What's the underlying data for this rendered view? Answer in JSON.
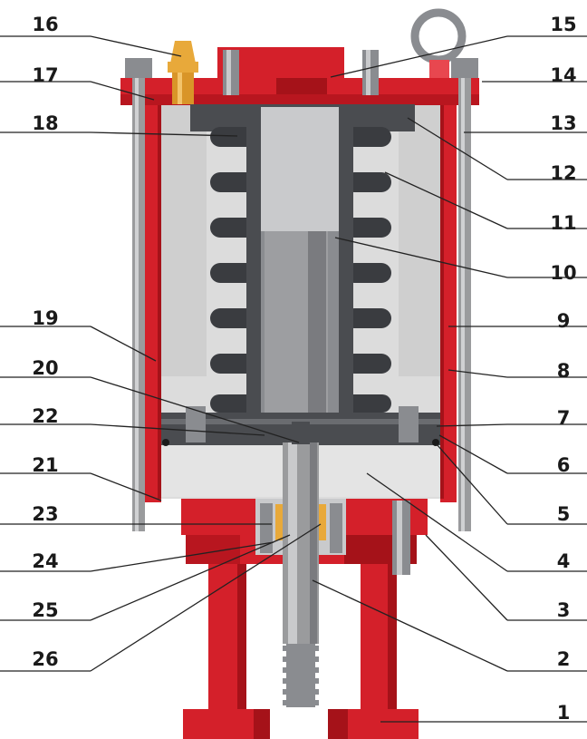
{
  "colors": {
    "body_red": "#d4202a",
    "body_red_dark": "#a51219",
    "body_red_light": "#e8474f",
    "chamber_gray": "#dcdcdc",
    "chamber_gray_dark": "#b8b8b8",
    "spring": "#3a3c40",
    "part_dark": "#4a4c50",
    "part_mid": "#8a8c90",
    "part_light": "#c9cacc",
    "rod": "#9a9b9d",
    "fitting_gold": "#e8a93a",
    "leader_line": "#222222"
  },
  "components": {
    "vent_fitting": "brass-fitting-icon",
    "lifting_eye": "lifting-eye-icon",
    "springs": "coil-spring-icon",
    "tie_rods": "tie-rod-icon",
    "piston_rod": "piston-rod-icon",
    "thread": "threaded-end-icon"
  },
  "callouts_left": [
    {
      "id": "16",
      "label": "16"
    },
    {
      "id": "17",
      "label": "17"
    },
    {
      "id": "18",
      "label": "18"
    },
    {
      "id": "19",
      "label": "19"
    },
    {
      "id": "20",
      "label": "20"
    },
    {
      "id": "22",
      "label": "22"
    },
    {
      "id": "21",
      "label": "21"
    },
    {
      "id": "23",
      "label": "23"
    },
    {
      "id": "24",
      "label": "24"
    },
    {
      "id": "25",
      "label": "25"
    },
    {
      "id": "26",
      "label": "26"
    }
  ],
  "callouts_right": [
    {
      "id": "15",
      "label": "15"
    },
    {
      "id": "14",
      "label": "14"
    },
    {
      "id": "13",
      "label": "13"
    },
    {
      "id": "12",
      "label": "12"
    },
    {
      "id": "11",
      "label": "11"
    },
    {
      "id": "10",
      "label": "10"
    },
    {
      "id": "9",
      "label": "9"
    },
    {
      "id": "8",
      "label": "8"
    },
    {
      "id": "7",
      "label": "7"
    },
    {
      "id": "6",
      "label": "6"
    },
    {
      "id": "5",
      "label": "5"
    },
    {
      "id": "4",
      "label": "4"
    },
    {
      "id": "3",
      "label": "3"
    },
    {
      "id": "2",
      "label": "2"
    },
    {
      "id": "1",
      "label": "1"
    }
  ]
}
